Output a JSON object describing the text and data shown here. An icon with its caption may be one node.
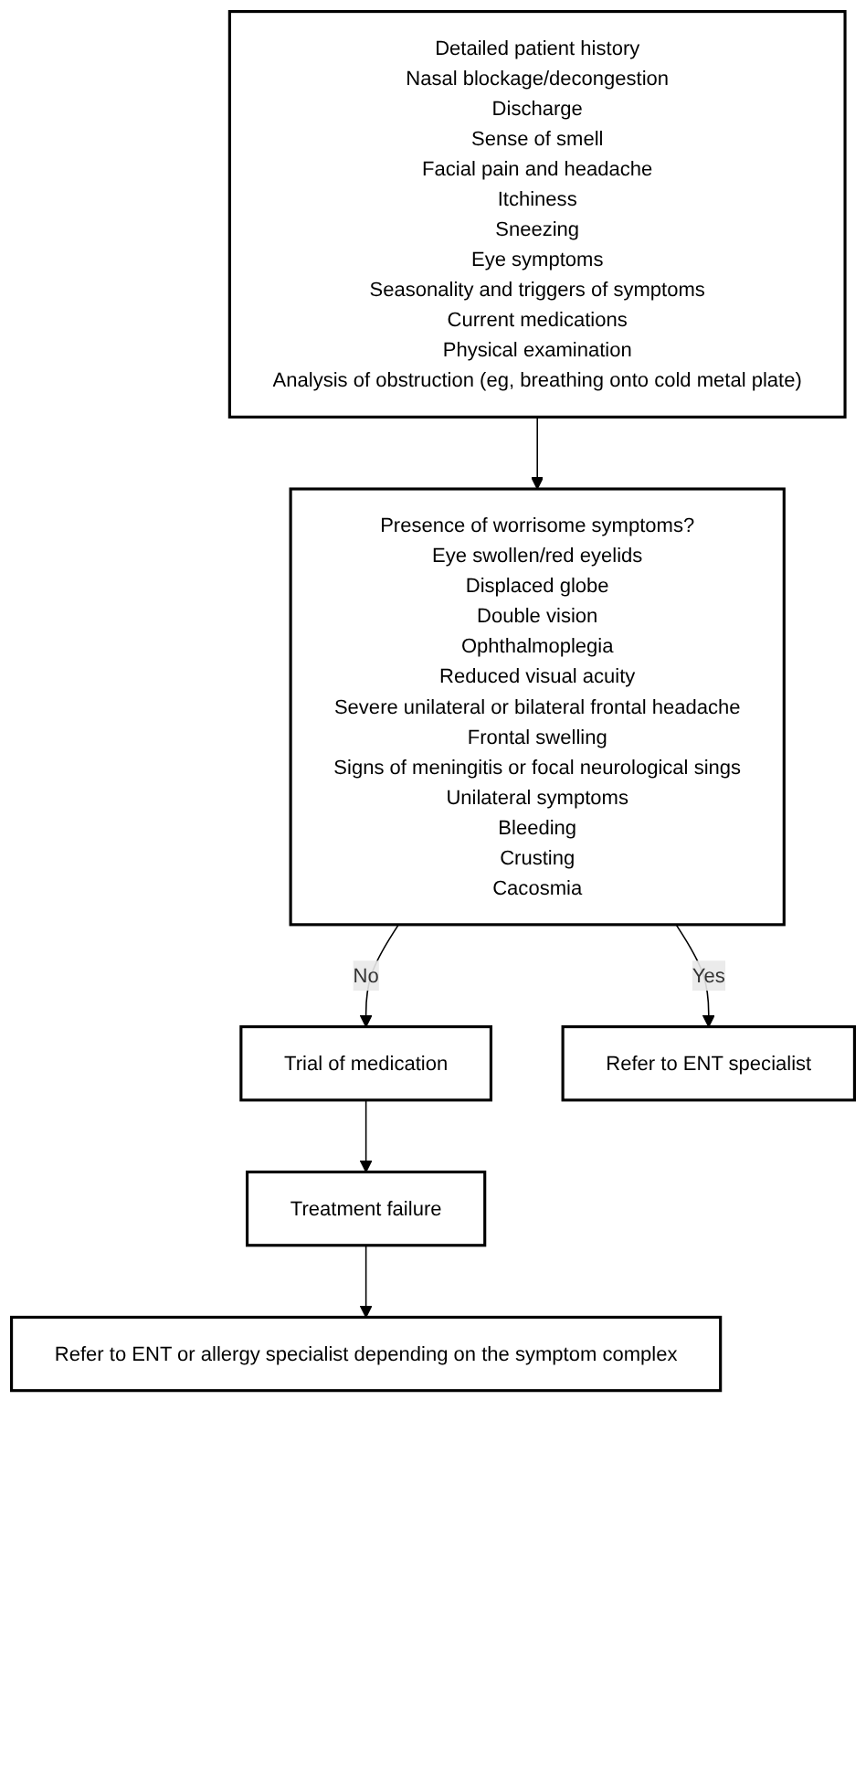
{
  "diagram": {
    "nodes": [
      {
        "text": [
          "Detailed patient history",
          "Nasal blockage/decongestion",
          "Discharge",
          "Sense of smell",
          "Facial pain and headache",
          "Itchiness",
          "Sneezing",
          "Eye symptoms",
          "Seasonality and triggers of symptoms",
          "Current medications",
          "Physical examination",
          "Analysis of obstruction (eg, breathing onto cold metal plate)"
        ]
      },
      {
        "text": [
          "Presence of worrisome symptoms?",
          "Eye swollen/red eyelids",
          "Displaced globe",
          "Double vision",
          "Ophthalmoplegia",
          "Reduced visual acuity",
          "Severe unilateral or bilateral frontal headache",
          "Frontal swelling",
          "Signs of meningitis or focal neurological sings",
          "Unilateral symptoms",
          "Bleeding",
          "Crusting",
          "Cacosmia"
        ]
      },
      {
        "text": [
          "Trial of medication"
        ]
      },
      {
        "text": [
          "Refer to ENT specialist"
        ]
      },
      {
        "text": [
          "Treatment failure"
        ]
      },
      {
        "text": [
          "Refer to ENT or allergy specialist depending on the symptom complex"
        ]
      }
    ],
    "edges": [
      {
        "from": 0,
        "to": 1,
        "arrow": "to"
      },
      {
        "from": 1,
        "to": 2,
        "label": "No",
        "arrow": "to"
      },
      {
        "from": 1,
        "to": 3,
        "label": "Yes",
        "arrow": "to"
      },
      {
        "from": 2,
        "to": 4,
        "arrow": "to"
      },
      {
        "from": 4,
        "to": 5,
        "arrow": "to"
      }
    ]
  }
}
